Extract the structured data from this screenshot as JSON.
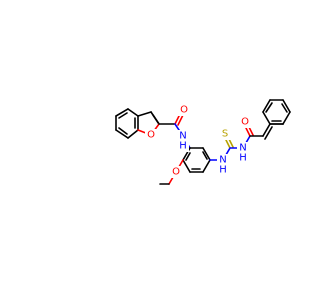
{
  "molecule": {
    "atom_labels": {
      "o_furan": "O",
      "o_amide1": "O",
      "n_amide1": "N",
      "h_amide1": "H",
      "o_methoxy": "O",
      "n_thio1": "N",
      "h_thio1": "H",
      "s_thio": "S",
      "n_thio2": "N",
      "h_thio2": "H",
      "o_acyl": "O"
    },
    "colors": {
      "carbon": "#000000",
      "nitrogen": "#0000ff",
      "oxygen": "#ff0000",
      "sulfur": "#b8a200"
    }
  }
}
